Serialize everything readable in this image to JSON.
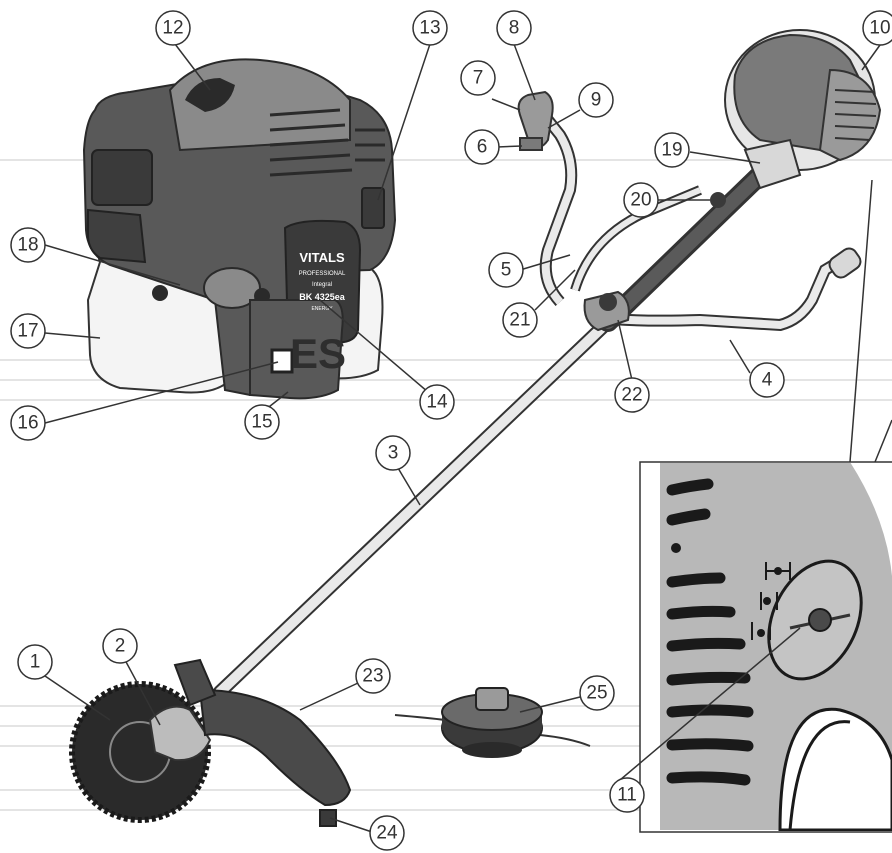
{
  "diagram": {
    "callouts": [
      {
        "id": "c1",
        "label": "1"
      },
      {
        "id": "c2",
        "label": "2"
      },
      {
        "id": "c3",
        "label": "3"
      },
      {
        "id": "c4",
        "label": "4"
      },
      {
        "id": "c5",
        "label": "5"
      },
      {
        "id": "c6",
        "label": "6"
      },
      {
        "id": "c7",
        "label": "7"
      },
      {
        "id": "c8",
        "label": "8"
      },
      {
        "id": "c9",
        "label": "9"
      },
      {
        "id": "c10",
        "label": "10"
      },
      {
        "id": "c11",
        "label": "11"
      },
      {
        "id": "c12",
        "label": "12"
      },
      {
        "id": "c13",
        "label": "13"
      },
      {
        "id": "c14",
        "label": "14"
      },
      {
        "id": "c15",
        "label": "15"
      },
      {
        "id": "c16",
        "label": "16"
      },
      {
        "id": "c17",
        "label": "17"
      },
      {
        "id": "c18",
        "label": "18"
      },
      {
        "id": "c19",
        "label": "19"
      },
      {
        "id": "c20",
        "label": "20"
      },
      {
        "id": "c21",
        "label": "21"
      },
      {
        "id": "c22",
        "label": "22"
      },
      {
        "id": "c23",
        "label": "23"
      },
      {
        "id": "c24",
        "label": "24"
      },
      {
        "id": "c25",
        "label": "25"
      }
    ],
    "engine_badge": {
      "brand": "VITALS",
      "line1": "PROFESSIONAL",
      "line2": "Integral",
      "model": "BK 4325ea",
      "line3": "ENERGY"
    },
    "es_mark": "ES"
  },
  "colors": {
    "line": "#333333",
    "engine_dark": "#4a4a4a",
    "engine_mid": "#7a7a7a",
    "engine_light": "#a9a9a9",
    "detail_bg": "#b8b8b8",
    "stripe": "#dcdcdc"
  }
}
